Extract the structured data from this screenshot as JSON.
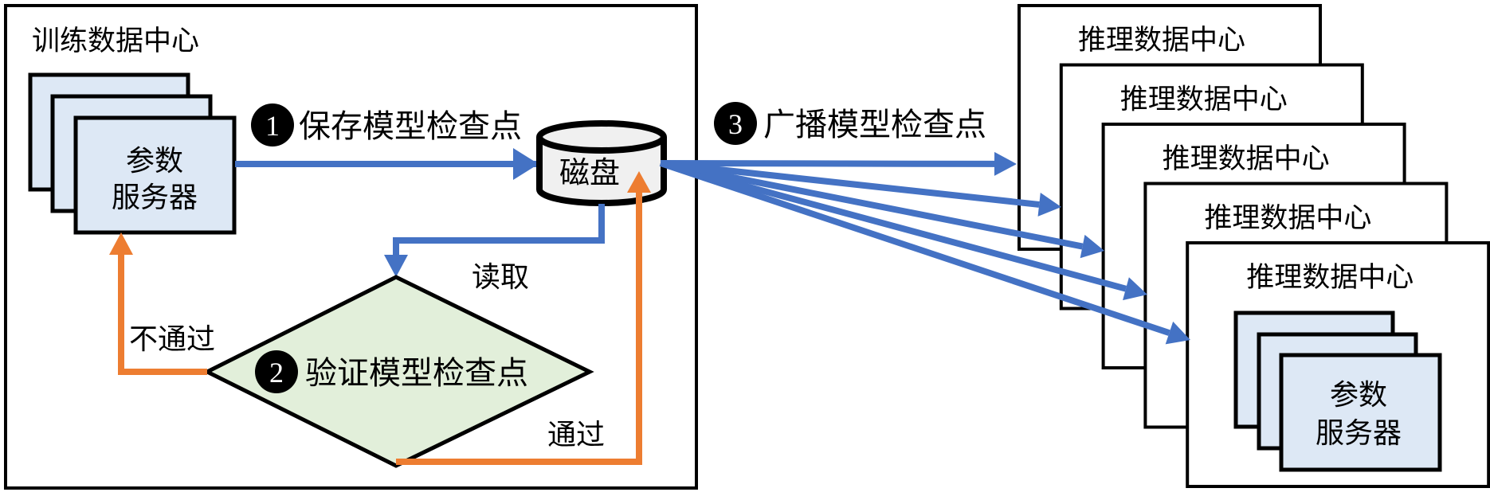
{
  "colors": {
    "blue_arrow": "#4472c4",
    "orange_arrow": "#ed7d31",
    "server_fill": "#dde8f5",
    "validate_fill": "#e2efda",
    "disk_fill": "#f0f0f0",
    "border": "#000000"
  },
  "training_center": {
    "title": "训练数据中心",
    "param_server": {
      "line1": "参数",
      "line2": "服务器"
    },
    "disk_label": "磁盘",
    "step1": {
      "number": "1",
      "label": "保存模型检查点"
    },
    "step2": {
      "number": "2",
      "label": "验证模型检查点"
    },
    "read_label": "读取",
    "fail_label": "不通过",
    "pass_label": "通过"
  },
  "broadcast": {
    "number": "3",
    "label": "广播模型检查点"
  },
  "inference_centers": [
    {
      "title": "推理数据中心"
    },
    {
      "title": "推理数据中心"
    },
    {
      "title": "推理数据中心"
    },
    {
      "title": "推理数据中心"
    },
    {
      "title": "推理数据中心"
    }
  ],
  "inference_param_server": {
    "line1": "参数",
    "line2": "服务器"
  }
}
